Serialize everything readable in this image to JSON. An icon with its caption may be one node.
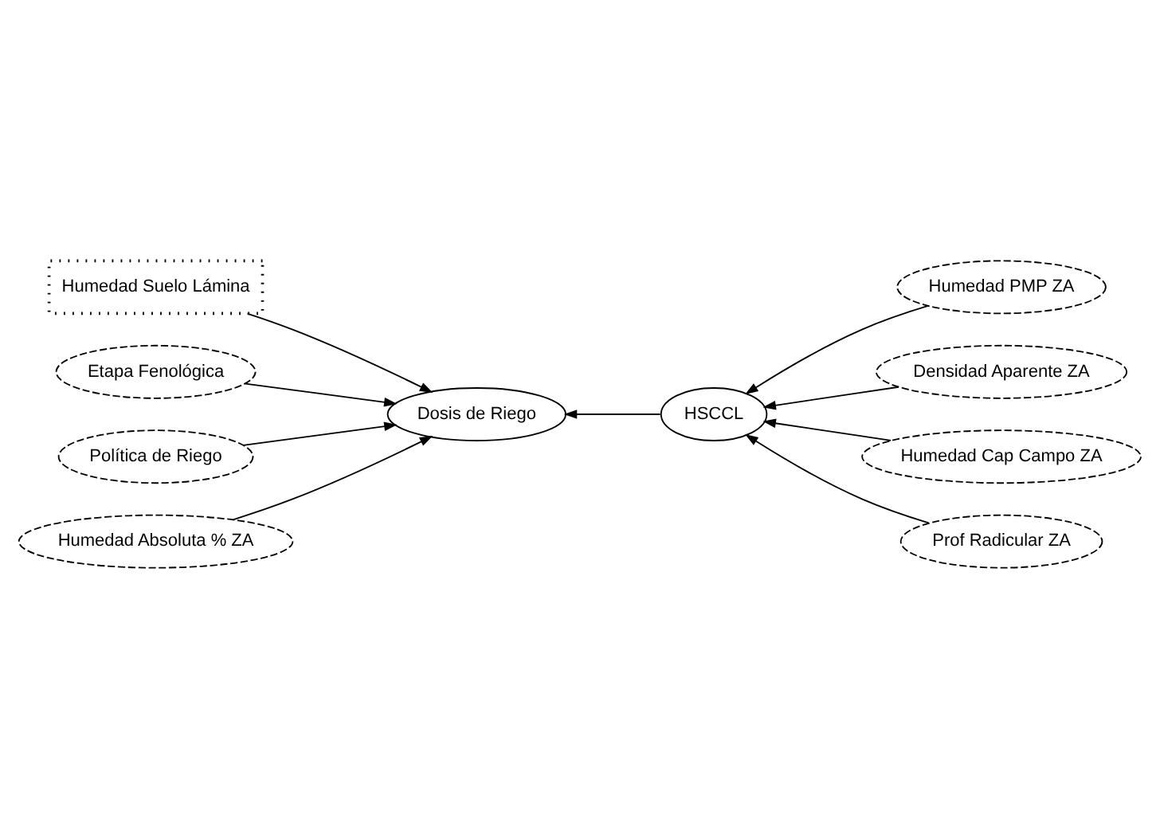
{
  "diagram": {
    "nodes": [
      {
        "text": [
          "Humedad Suelo Lámina"
        ]
      },
      {
        "text": [
          "Etapa Fenológica"
        ]
      },
      {
        "text": [
          "Política de Riego"
        ]
      },
      {
        "text": [
          "Humedad Absoluta % ZA"
        ]
      },
      {
        "text": [
          "Dosis de Riego"
        ]
      },
      {
        "text": [
          "HSCCL"
        ]
      },
      {
        "text": [
          "Humedad PMP ZA"
        ]
      },
      {
        "text": [
          "Densidad Aparente ZA"
        ]
      },
      {
        "text": [
          "Humedad Cap Campo ZA"
        ]
      },
      {
        "text": [
          "Prof Radicular ZA"
        ]
      }
    ],
    "edges": [
      {
        "from": 0,
        "to": 4,
        "arrow": "to"
      },
      {
        "from": 1,
        "to": 4,
        "arrow": "to"
      },
      {
        "from": 2,
        "to": 4,
        "arrow": "to"
      },
      {
        "from": 3,
        "to": 4,
        "arrow": "to"
      },
      {
        "from": 5,
        "to": 4,
        "arrow": "to"
      },
      {
        "from": 6,
        "to": 5,
        "arrow": "to"
      },
      {
        "from": 7,
        "to": 5,
        "arrow": "to"
      },
      {
        "from": 8,
        "to": 5,
        "arrow": "to"
      },
      {
        "from": 9,
        "to": 5,
        "arrow": "to"
      }
    ]
  }
}
